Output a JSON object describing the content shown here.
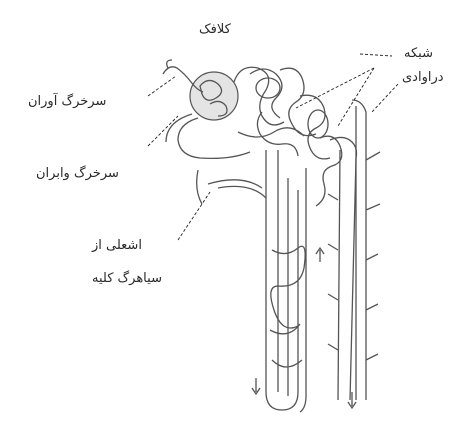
{
  "labels": {
    "capsule": "کلافک",
    "network_line1": "شبکه",
    "network_line2": "دراوادی",
    "afferent": "سرخرگ آوران",
    "efferent": "سرخرگ وابران",
    "henle_line1": "اشعلی از",
    "henle_line2": "سیاهرگ کلیه"
  },
  "colors": {
    "stroke": "#555555",
    "fill": "#e4e4e4",
    "text": "#2a2a2a"
  }
}
